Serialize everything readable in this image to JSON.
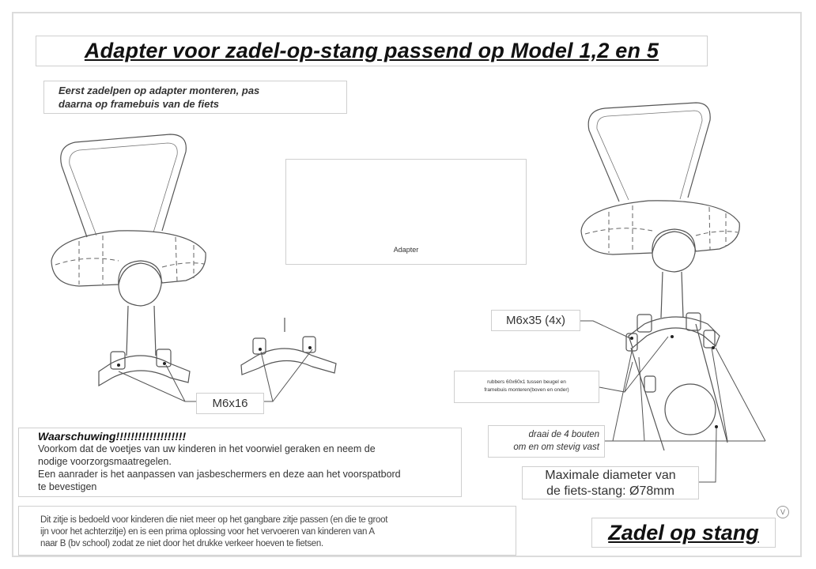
{
  "document": {
    "title": "Adapter voor zadel-op-stang passend op Model 1,2  en 5",
    "instruction": {
      "line1": "Eerst zadelpen op adapter monteren, pas",
      "line2": "daarna op framebuis van de fiets"
    },
    "adapter_caption": "Adapter",
    "labels": {
      "m6x16": "M6x16",
      "m6x35": "M6x35 (4x)",
      "rubbers_line1": "rubbers 60x60x1 tussen beugel en",
      "rubbers_line2": "framebuis monteren(boven en onder)",
      "draai_line1": "draai de 4 bouten",
      "draai_line2": "om en om stevig vast",
      "max_diameter_line1": "Maximale diameter van",
      "max_diameter_line2": "de fiets-stang: Ø78mm"
    },
    "warning": {
      "title": "Waarschuwing!!!!!!!!!!!!!!!!!!!",
      "line1": "Voorkom dat de voetjes van uw kinderen in het voorwiel geraken en neem de",
      "line2": "nodige voorzorgsmaatregelen.",
      "line3": "Een aanrader is het aanpassen van jasbeschermers en deze aan het voorspatbord",
      "line4": "te bevestigen"
    },
    "info": {
      "line1": "Dit zitje is bedoeld voor kinderen die niet meer op het gangbare zitje passen (en die te groot",
      "line2": "ijn voor het achterzitje) en is een prima oplossing voor het vervoeren van kinderen van A",
      "line3": "naar B (bv school) zodat ze niet door het drukke verkeer hoeven te fietsen."
    },
    "brand": "Zadel op stang",
    "mark": "V"
  }
}
